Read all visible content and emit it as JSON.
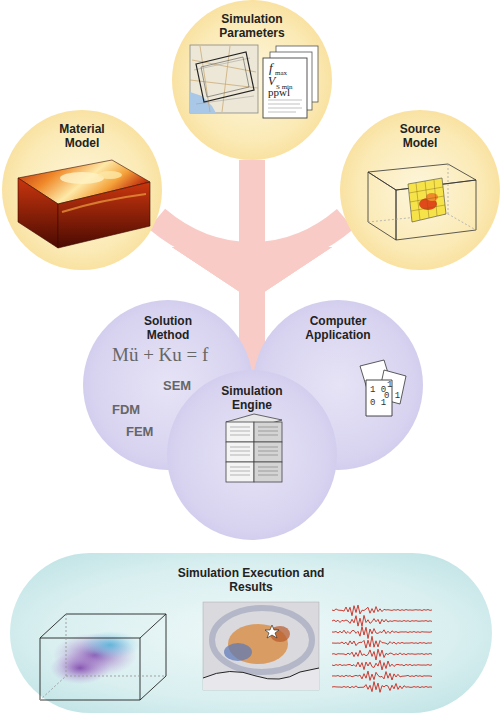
{
  "diagram": {
    "nodes": [
      {
        "text": [
          "Simulation Parameters"
        ]
      },
      {
        "text": [
          "Material Model"
        ]
      },
      {
        "text": [
          "Source Model"
        ]
      },
      {
        "text": [
          "Solution Method"
        ]
      },
      {
        "text": [
          "Computer Application"
        ]
      },
      {
        "text": [
          "Simulation Engine"
        ]
      },
      {
        "text": [
          "Simulation Execution and Results"
        ]
      }
    ],
    "edges": [
      {
        "from": 1,
        "to": 5,
        "arrow": "to"
      },
      {
        "from": 0,
        "to": 5,
        "arrow": "to"
      },
      {
        "from": 2,
        "to": 5,
        "arrow": "to"
      }
    ],
    "labels": [
      "f",
      "max",
      "V",
      "S min",
      "ppwl",
      "Mü + Ku = f",
      "SEM",
      "FDM",
      "FEM",
      "1",
      "1 0",
      "0 1",
      "0 1"
    ]
  }
}
